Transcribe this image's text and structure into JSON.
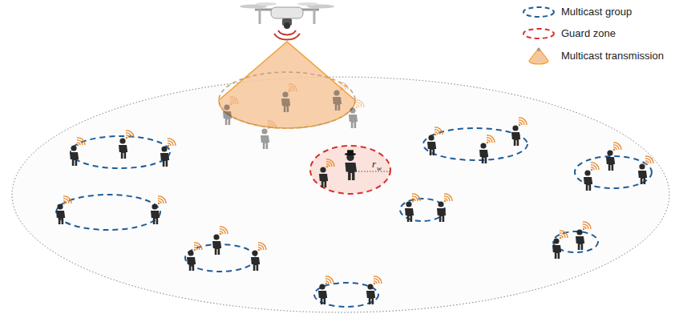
{
  "diagram": {
    "labels": [
      "r",
      "w"
    ],
    "legend": [
      {
        "text": "Multicast group"
      },
      {
        "text": "Guard zone"
      },
      {
        "text": "Multicast transmission"
      }
    ]
  }
}
